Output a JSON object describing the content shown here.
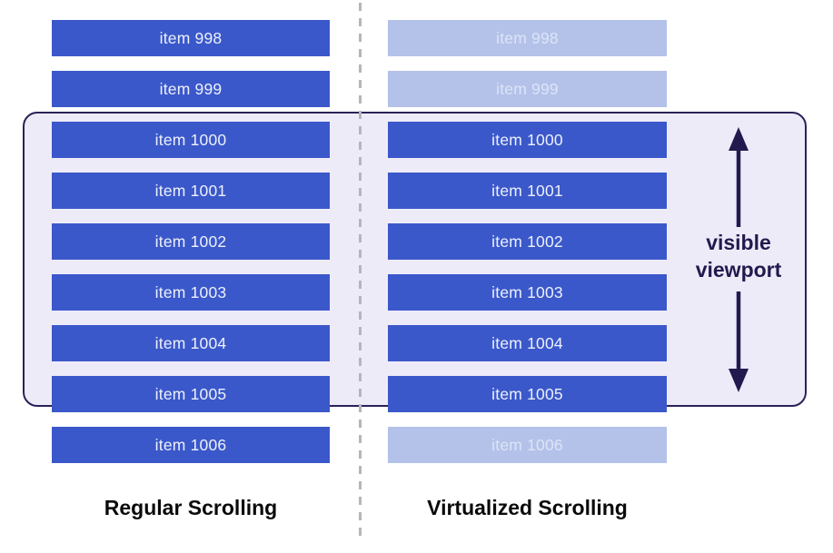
{
  "columns": [
    {
      "id": "regular",
      "label": "Regular Scrolling",
      "items": [
        {
          "label": "item 998",
          "faded": false
        },
        {
          "label": "item 999",
          "faded": false
        },
        {
          "label": "item 1000",
          "faded": false
        },
        {
          "label": "item 1001",
          "faded": false
        },
        {
          "label": "item 1002",
          "faded": false
        },
        {
          "label": "item 1003",
          "faded": false
        },
        {
          "label": "item 1004",
          "faded": false
        },
        {
          "label": "item 1005",
          "faded": false
        },
        {
          "label": "item 1006",
          "faded": false
        }
      ]
    },
    {
      "id": "virtualized",
      "label": "Virtualized Scrolling",
      "items": [
        {
          "label": "item 998",
          "faded": true
        },
        {
          "label": "item 999",
          "faded": true
        },
        {
          "label": "item 1000",
          "faded": false
        },
        {
          "label": "item 1001",
          "faded": false
        },
        {
          "label": "item 1002",
          "faded": false
        },
        {
          "label": "item 1003",
          "faded": false
        },
        {
          "label": "item 1004",
          "faded": false
        },
        {
          "label": "item 1005",
          "faded": false
        },
        {
          "label": "item 1006",
          "faded": true
        }
      ]
    }
  ],
  "viewport_annotation": {
    "label": "visible viewport",
    "lines": [
      "visible",
      "viewport"
    ]
  },
  "colors": {
    "item_blue": "#3b58ca",
    "item_faded_blue": "#b4c2ea",
    "viewport_fill": "#eeebf9",
    "viewport_border": "#2b2159",
    "annotation_navy": "#221a4e",
    "divider_gray": "#b5b5bc"
  }
}
